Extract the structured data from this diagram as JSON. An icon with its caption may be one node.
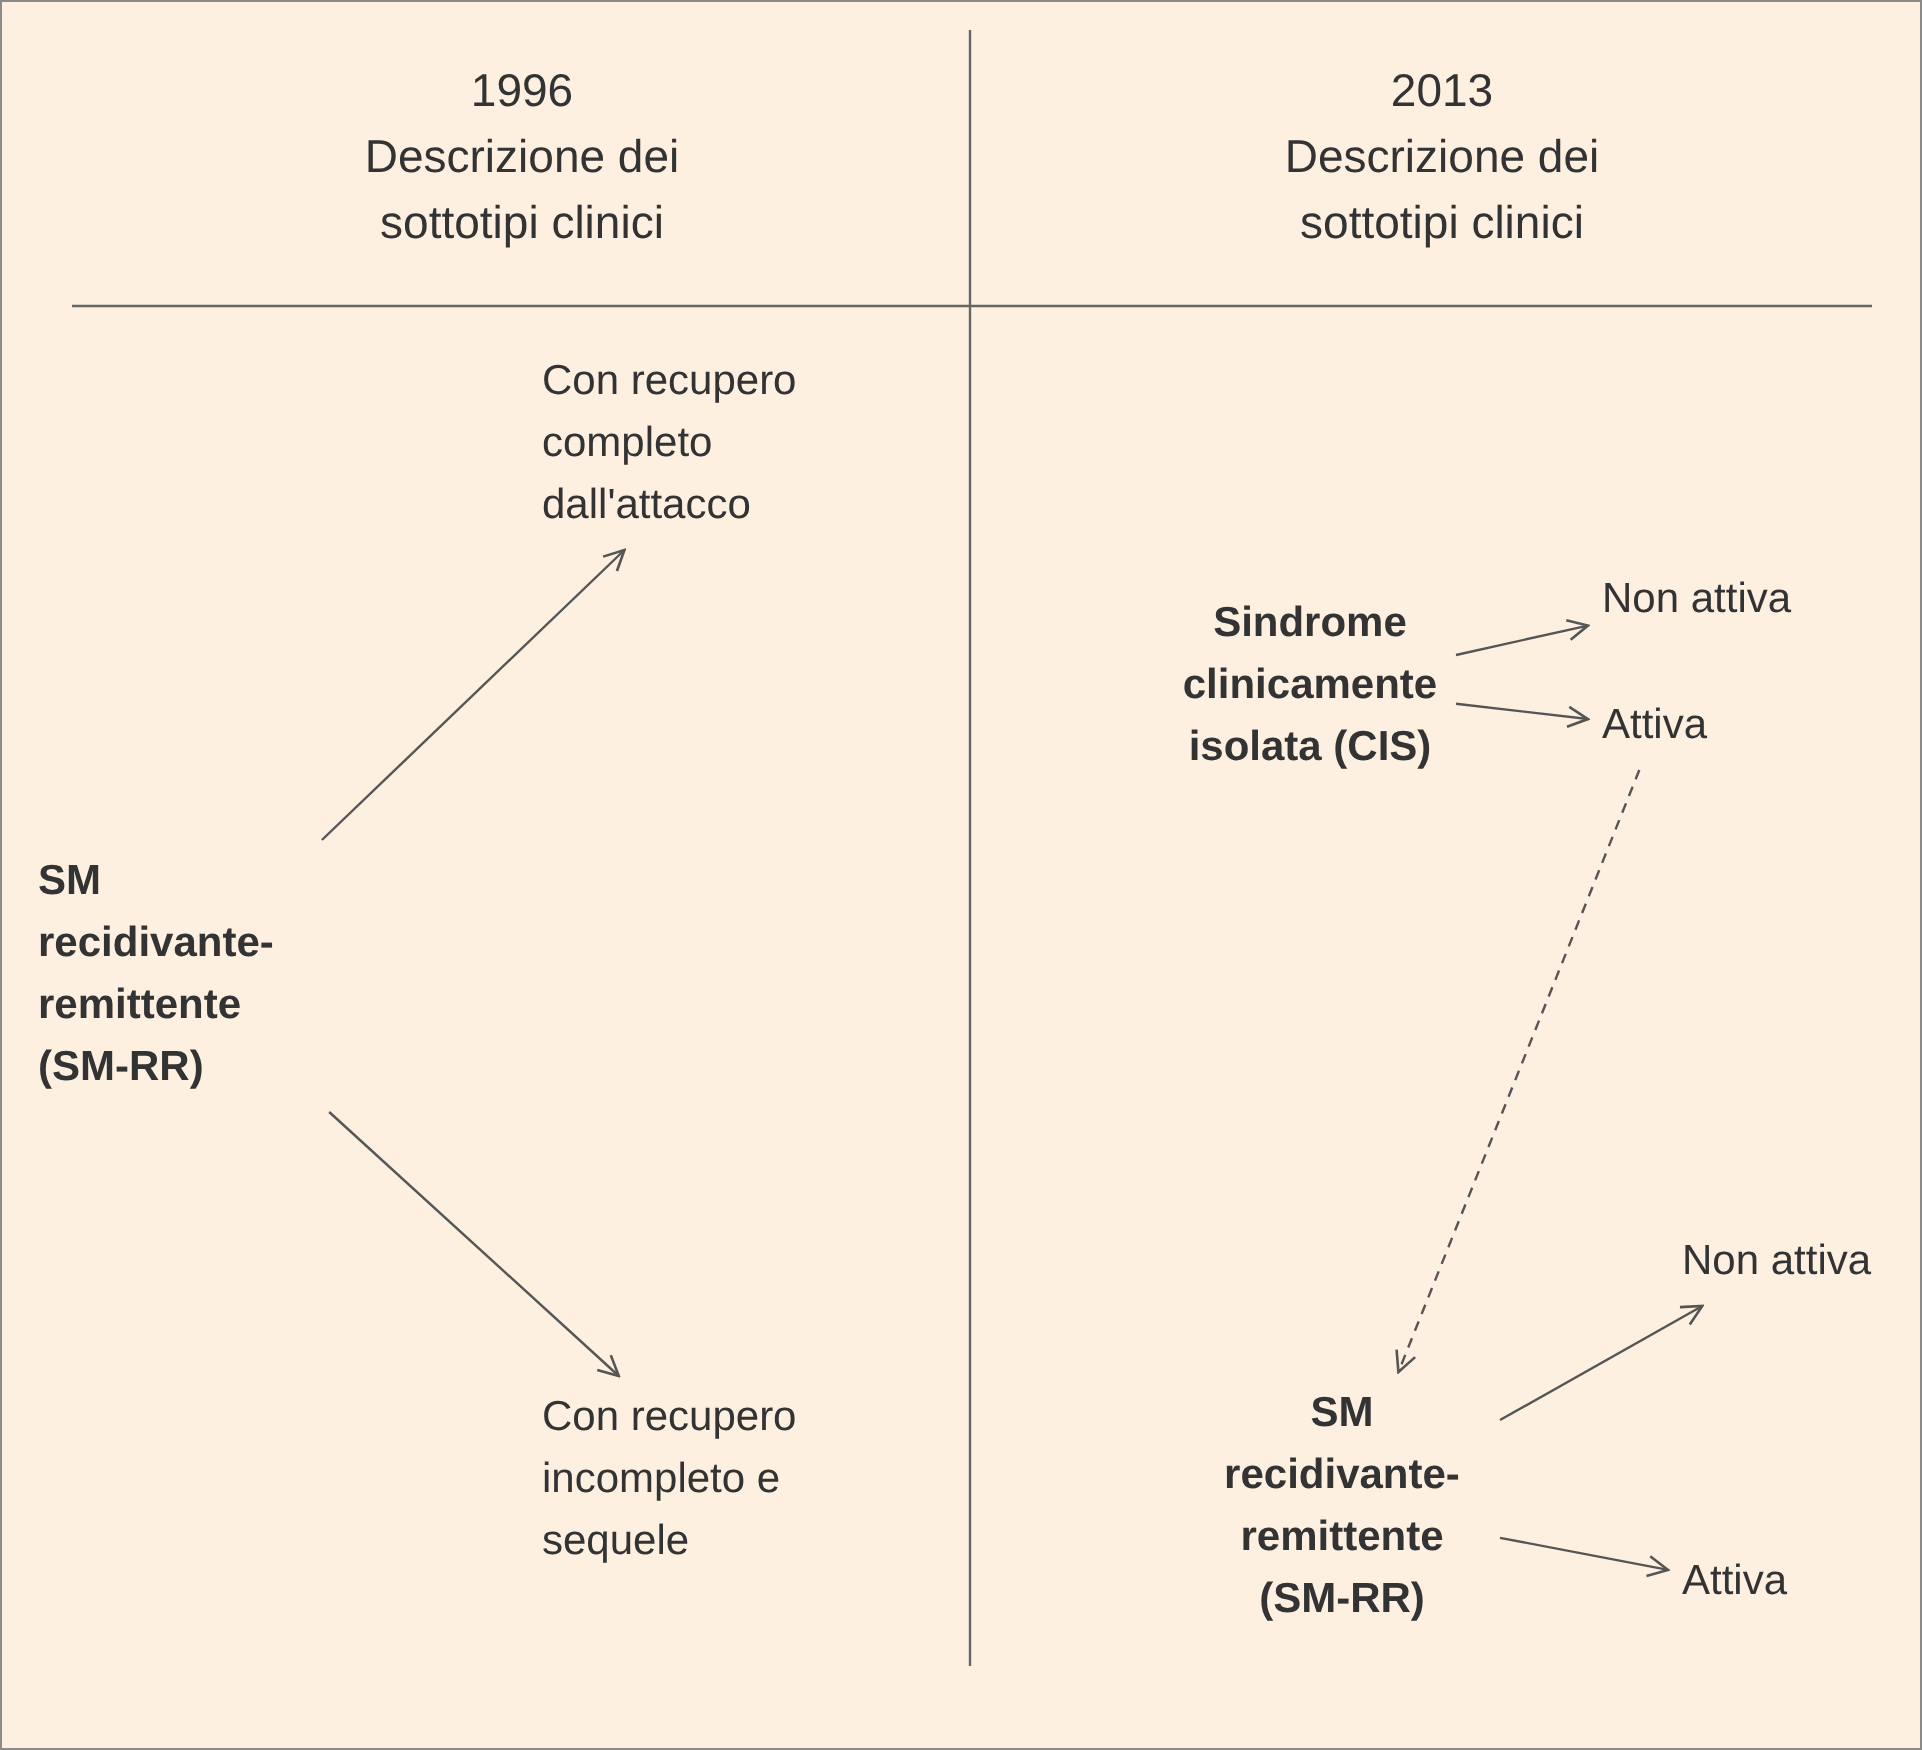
{
  "diagram": {
    "nodes": [
      {
        "text": [
          "SM recidivante-remittente (SM-RR)"
        ]
      },
      {
        "text": [
          "Con recupero completo dall'attacco"
        ]
      },
      {
        "text": [
          "Con recupero incompleto e sequele"
        ]
      },
      {
        "text": [
          "Sindrome clinicamente isolata (CIS)"
        ]
      },
      {
        "text": [
          "Non attiva"
        ]
      },
      {
        "text": [
          "Attiva"
        ]
      },
      {
        "text": [
          "SM recidivante-remittente (SM-RR)"
        ]
      },
      {
        "text": [
          "Non attiva"
        ]
      },
      {
        "text": [
          "Attiva"
        ]
      }
    ],
    "edges": [
      {
        "from": 0,
        "to": 1,
        "arrow": "to"
      },
      {
        "from": 0,
        "to": 2,
        "arrow": "to"
      },
      {
        "from": 3,
        "to": 4,
        "arrow": "to"
      },
      {
        "from": 3,
        "to": 5,
        "arrow": "to"
      },
      {
        "from": 5,
        "to": 6,
        "arrow": "to",
        "style": "dashed"
      },
      {
        "from": 6,
        "to": 7,
        "arrow": "to"
      },
      {
        "from": 6,
        "to": 8,
        "arrow": "to"
      }
    ],
    "labels": [
      "1996",
      "Descrizione dei sottotipi clinici",
      "2013",
      "Descrizione dei sottotipi clinici"
    ]
  }
}
